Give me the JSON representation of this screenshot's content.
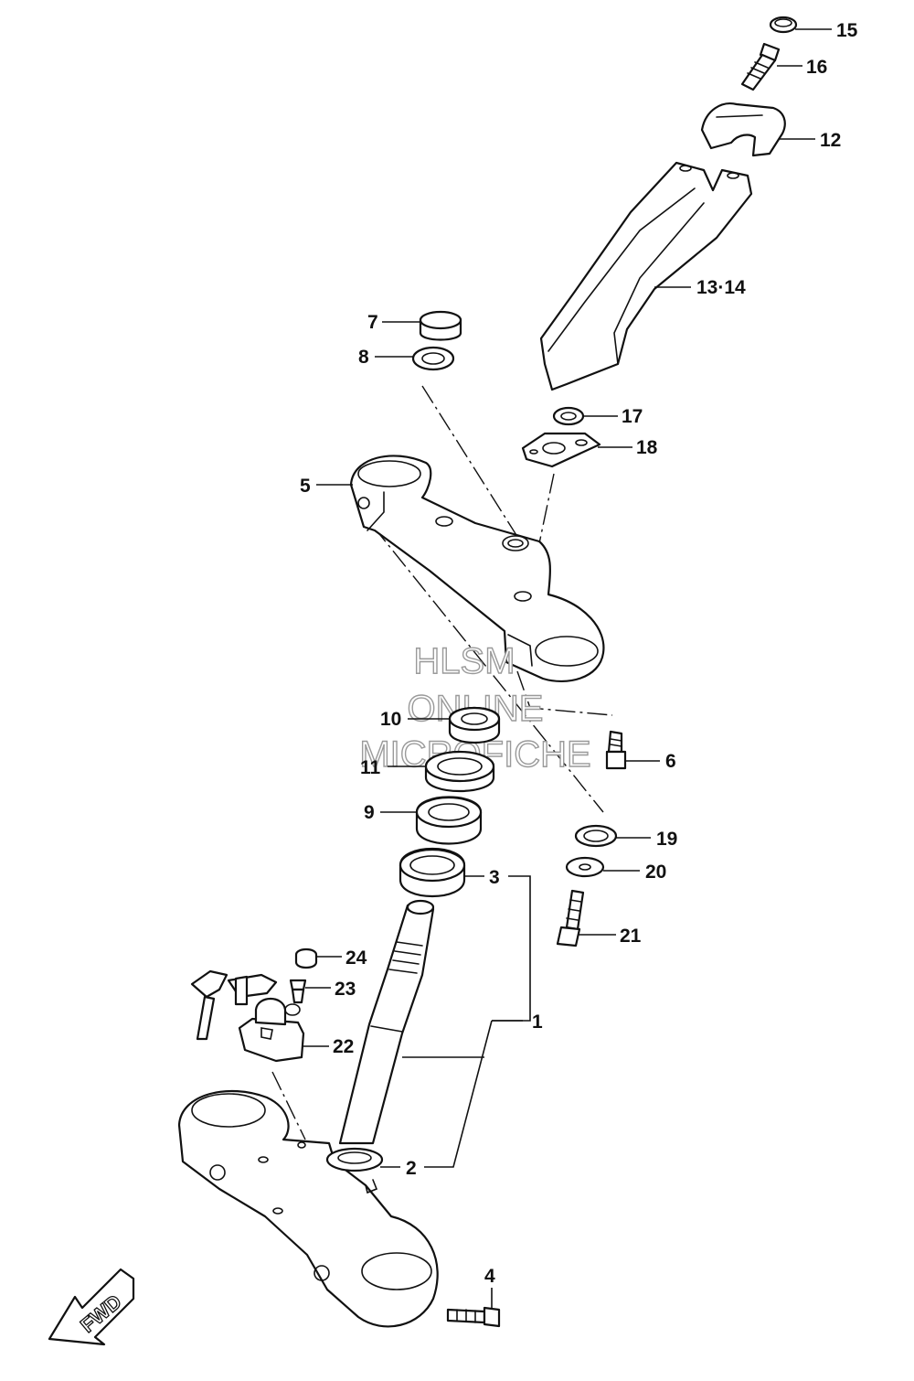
{
  "watermark": {
    "line1": "HLSM",
    "line2": "ONLINE",
    "line3": "MICROFICHE"
  },
  "fwd_label": "FWD",
  "callouts": {
    "c1": "1",
    "c2": "2",
    "c3": "3",
    "c4": "4",
    "c5": "5",
    "c6": "6",
    "c7": "7",
    "c8": "8",
    "c9": "9",
    "c10": "10",
    "c11": "11",
    "c12": "12",
    "c13_14": "13·14",
    "c15": "15",
    "c16": "16",
    "c17": "17",
    "c18": "18",
    "c19": "19",
    "c20": "20",
    "c21": "21",
    "c22": "22",
    "c23": "23",
    "c24": "24"
  },
  "icons": {
    "fwd": "fwd-arrow-icon"
  }
}
